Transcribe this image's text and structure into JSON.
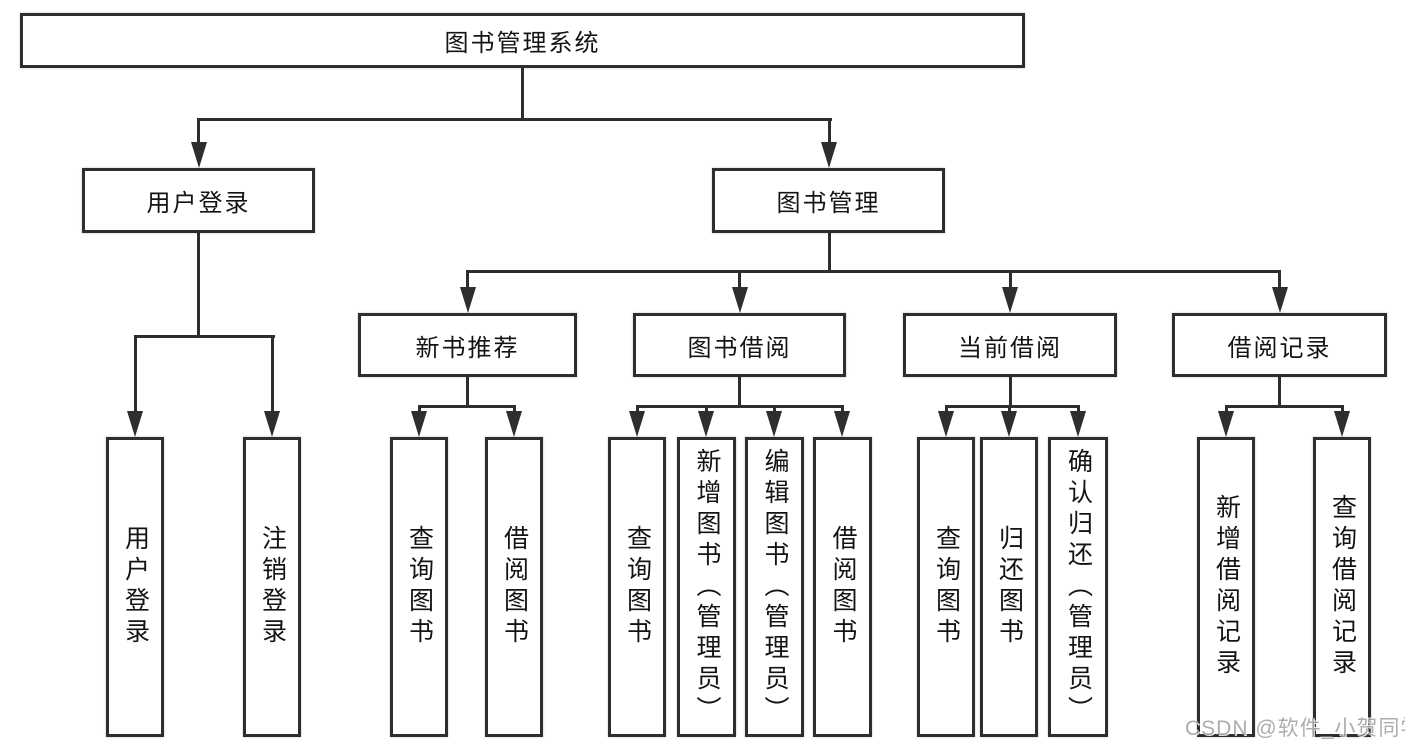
{
  "diagram": {
    "type": "hierarchy-tree",
    "colors": {
      "line": "#2e2e2e",
      "text": "#141414",
      "background": "#ffffff",
      "watermark": "#969696"
    },
    "watermark": {
      "text": "CSDN @软件_小贺同学"
    },
    "tree": {
      "root": {
        "label": "图书管理系统",
        "children": [
          {
            "label": "用户登录",
            "children": [
              {
                "label": "用户登录"
              },
              {
                "label": "注销登录"
              }
            ]
          },
          {
            "label": "图书管理",
            "children": [
              {
                "label": "新书推荐",
                "children": [
                  {
                    "label": "查询图书"
                  },
                  {
                    "label": "借阅图书"
                  }
                ]
              },
              {
                "label": "图书借阅",
                "children": [
                  {
                    "label": "查询图书"
                  },
                  {
                    "label": "新增图书（管理员）"
                  },
                  {
                    "label": "编辑图书（管理员）"
                  },
                  {
                    "label": "借阅图书"
                  }
                ]
              },
              {
                "label": "当前借阅",
                "children": [
                  {
                    "label": "查询图书"
                  },
                  {
                    "label": "归还图书"
                  },
                  {
                    "label": "确认归还（管理员）"
                  }
                ]
              },
              {
                "label": "借阅记录",
                "children": [
                  {
                    "label": "新增借阅记录"
                  },
                  {
                    "label": "查询借阅记录"
                  }
                ]
              }
            ]
          }
        ]
      }
    }
  }
}
